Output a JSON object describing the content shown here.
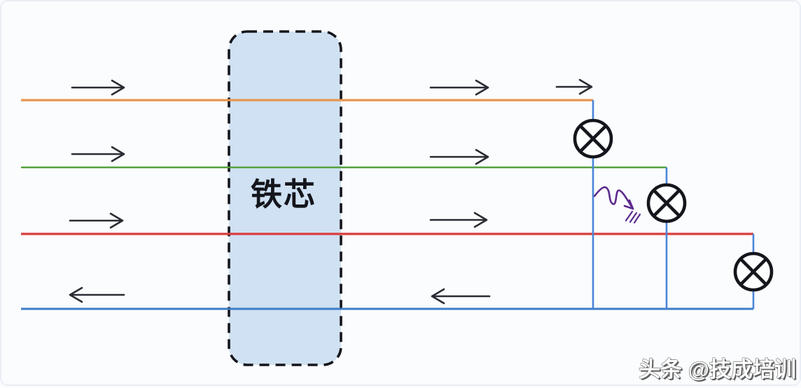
{
  "diagram": {
    "core": {
      "label": "铁芯",
      "fill": "#cfe1f2",
      "border_color": "#15151c"
    },
    "wires": [
      {
        "name": "top-wire",
        "color_name": "orange",
        "hex": "#e8964f",
        "current_direction": "right"
      },
      {
        "name": "second-wire",
        "color_name": "green",
        "hex": "#55a03c",
        "current_direction": "right"
      },
      {
        "name": "third-wire",
        "color_name": "red",
        "hex": "#d93c3c",
        "current_direction": "right"
      },
      {
        "name": "bottom-wire",
        "color_name": "blue",
        "hex": "#3d7cc8",
        "current_direction": "left"
      }
    ],
    "drop_wire_color": "#4a86d8",
    "arrow_color": "#2b2b33",
    "lamp": {
      "symbol": "circle-cross",
      "count": 3,
      "stroke_color": "#15151c",
      "fill_color": "#fdfefe"
    },
    "annotation": {
      "type": "hand-drawn-arrow",
      "color": "#5c2a8e"
    }
  },
  "watermark": {
    "text": "头条 @技成培训",
    "color": "#ffffff"
  }
}
